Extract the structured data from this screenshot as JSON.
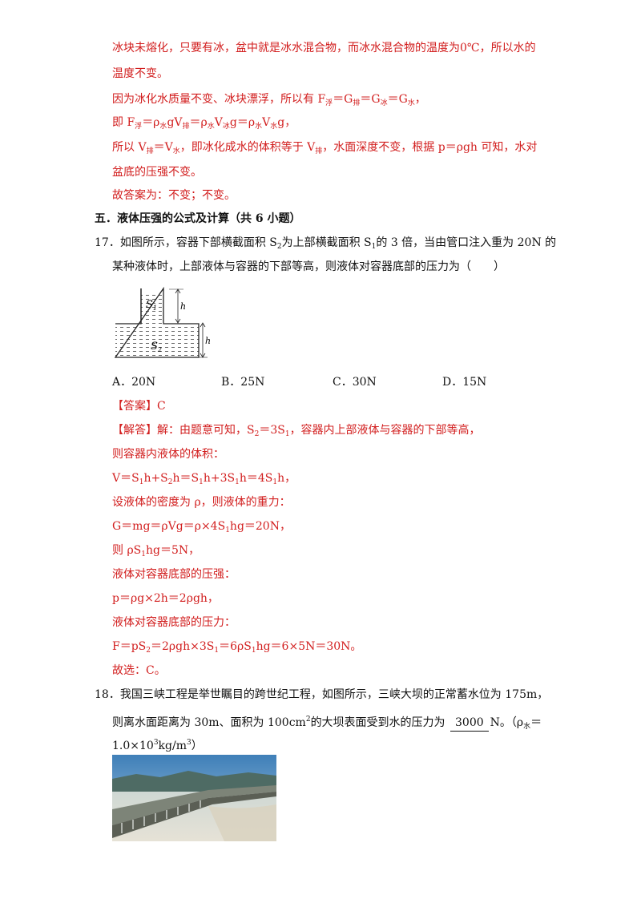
{
  "prev_answer": {
    "p1_l1": "冰块未熔化，只要有冰，盆中就是冰水混合物，而冰水混合物的温度为0℃，所以水的",
    "p1_l2": "温度不变。",
    "p2_a": "因为冰化水质量不变、冰块漂浮，所以有 F",
    "p2_s1": "浮",
    "p2_b": "＝G",
    "p2_s2": "排",
    "p2_c": "＝G",
    "p2_s3": "冰",
    "p2_d": "＝G",
    "p2_s4": "水",
    "p2_e": "，",
    "p3_a": "即 F",
    "p3_s1": "浮",
    "p3_b": "＝ρ",
    "p3_s2": "水",
    "p3_c": "gV",
    "p3_s3": "排",
    "p3_d": "＝ρ",
    "p3_s4": "水",
    "p3_e": "V",
    "p3_s5": "冰",
    "p3_f": "g＝ρ",
    "p3_s6": "水",
    "p3_g": "V",
    "p3_s7": "水",
    "p3_h": "g，",
    "p4_a": "所以 V",
    "p4_s1": "排",
    "p4_b": "＝V",
    "p4_s2": "水",
    "p4_c": "，即冰化成水的体积等于 V",
    "p4_s3": "排",
    "p4_d": "，水面深度不变，根据 p＝ρgh 可知，水对",
    "p4_l2": "盆底的压强不变。",
    "p5": "故答案为：不变；不变。"
  },
  "section": {
    "title": "五．液体压强的公式及计算（共 6 小题）"
  },
  "q17": {
    "l1_a": "17．如图所示，容器下部横截面积 S",
    "l1_s": "2",
    "l1_b": "为上部横截面积 S",
    "l1_s2": "1",
    "l1_c": "的 3 倍，当由管口注入重为 20N 的",
    "l2": "某种液体时，上部液体与容器的下部等高，则液体对容器底部的压力为（　　）",
    "diagram": {
      "s1": "S",
      "s1_sub": "1",
      "s2": "S",
      "s2_sub": "2",
      "h1": "h",
      "h2": "h"
    },
    "options": [
      "A．20N",
      "B．25N",
      "C．30N",
      "D．15N"
    ],
    "answer_a": "【答案】C",
    "ana": {
      "a1_a": "【解答】解：由题意可知，S",
      "a1_s1": "2",
      "a1_b": "＝3S",
      "a1_s2": "1",
      "a1_c": "，容器内上部液体与容器的下部等高，",
      "a2": "则容器内液体的体积：",
      "a3_a": "V＝S",
      "a3_s1": "1",
      "a3_b": "h+S",
      "a3_s2": "2",
      "a3_c": "h＝S",
      "a3_s3": "1",
      "a3_d": "h+3S",
      "a3_s4": "1",
      "a3_e": "h＝4S",
      "a3_s5": "1",
      "a3_f": "h，",
      "a4": "设液体的密度为 ρ，则液体的重力：",
      "a5_a": "G＝mg＝ρVg＝ρ×4S",
      "a5_s": "1",
      "a5_b": "hg＝20N，",
      "a6_a": "则 ρS",
      "a6_s": "1",
      "a6_b": "hg＝5N，",
      "a7": "液体对容器底部的压强：",
      "a8": "p＝ρg×2h＝2ρgh，",
      "a9": "液体对容器底部的压力：",
      "a10_a": "F＝pS",
      "a10_s1": "2",
      "a10_b": "＝2ρgh×3S",
      "a10_s2": "1",
      "a10_c": "＝6ρS",
      "a10_s3": "1",
      "a10_d": "hg＝6×5N＝30N。",
      "a11": "故选：C。"
    }
  },
  "q18": {
    "l1": "18．我国三峡工程是举世瞩目的跨世纪工程，如图所示，三峡大坝的正常蓄水位为 175m，",
    "l2_a": "则离水面距离为 30m、面积为 100cm",
    "l2_sup": "2",
    "l2_b": "的大坝表面受到水的压力为",
    "l2_blank": "3000",
    "l2_c": "N。（ρ",
    "l2_s": "水",
    "l2_d": "＝",
    "l3_a": "1.0×10",
    "l3_sup1": "3",
    "l3_b": "kg/m",
    "l3_sup2": "3",
    "l3_c": "）"
  }
}
